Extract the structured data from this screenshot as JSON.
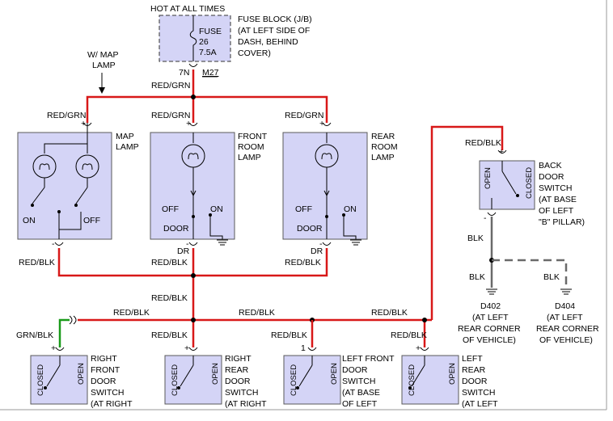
{
  "top": {
    "hot_label": "HOT AT ALL TIMES",
    "fuse_label": "FUSE",
    "fuse_number": "26",
    "fuse_amps": "7.5A",
    "fuse_block_lines": [
      "FUSE BLOCK (J/B)",
      "(AT LEFT SIDE OF",
      "DASH, BEHIND",
      "COVER)"
    ],
    "connector_pin": "7N",
    "connector_id": "M27"
  },
  "wire_labels": {
    "red_grn": "RED/GRN",
    "red_blk": "RED/BLK",
    "blk": "BLK",
    "grn_blk": "GRN/BLK"
  },
  "map_lamp": {
    "callout": [
      "W/ MAP",
      "LAMP"
    ],
    "title": [
      "MAP",
      "LAMP"
    ],
    "on": "ON",
    "off": "OFF",
    "plus": "+",
    "minus": "-"
  },
  "front_room_lamp": {
    "title": [
      "FRONT",
      "ROOM",
      "LAMP"
    ],
    "off": "OFF",
    "on": "ON",
    "door": "DOOR",
    "dr": "DR"
  },
  "rear_room_lamp": {
    "title": [
      "REAR",
      "ROOM",
      "LAMP"
    ],
    "off": "OFF",
    "on": "ON",
    "door": "DOOR",
    "dr": "DR"
  },
  "back_door_switch": {
    "open": "OPEN",
    "closed": "CLOSED",
    "title": [
      "BACK",
      "DOOR",
      "SWITCH",
      "(AT BASE",
      "OF LEFT",
      "\"B\" PILLAR)"
    ]
  },
  "grounds": {
    "d402": [
      "D402",
      "(AT LEFT",
      "REAR CORNER",
      "OF VEHICLE)"
    ],
    "d404": [
      "D404",
      "(AT LEFT",
      "REAR CORNER",
      "OF VEHICLE)"
    ]
  },
  "bottom_switches": {
    "open": "OPEN",
    "closed": "CLOSED",
    "pin_one": "1",
    "right_front": [
      "RIGHT",
      "FRONT",
      "DOOR",
      "SWITCH",
      "(AT RIGHT"
    ],
    "right_rear": [
      "RIGHT",
      "REAR",
      "DOOR",
      "SWITCH",
      "(AT RIGHT"
    ],
    "left_front": [
      "LEFT FRONT",
      "DOOR",
      "SWITCH",
      "(AT BASE",
      "OF LEFT"
    ],
    "left_rear": [
      "LEFT",
      "REAR",
      "DOOR",
      "SWITCH",
      "(AT LEFT"
    ]
  },
  "colors": {
    "wire_red": "#d81818",
    "wire_green": "#1a9a1a",
    "wire_black": "#6a6a6a",
    "component_fill": "#d4d4f6"
  }
}
